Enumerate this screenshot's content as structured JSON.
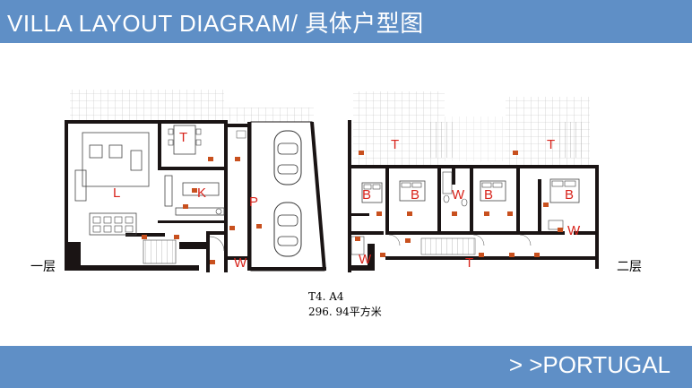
{
  "header": {
    "title": "VILLA LAYOUT DIAGRAM/ 具体户型图"
  },
  "footer": {
    "nav_label": "> >PORTUGAL"
  },
  "plan": {
    "ground_floor_label": "一层",
    "upper_floor_label": "二层",
    "model": "T4. A4",
    "area": "296. 94平方米"
  },
  "rooms": {
    "gf_terrace": "T",
    "gf_living": "L",
    "gf_kitchen": "K",
    "gf_parking": "P",
    "gf_wc": "W",
    "uf_terrace_left": "T",
    "uf_terrace_right": "T",
    "uf_bed_1": "B",
    "uf_bed_2": "B",
    "uf_wc_center": "W",
    "uf_bed_3": "B",
    "uf_bed_4": "B",
    "uf_wc_right": "W",
    "uf_wc_left": "W",
    "uf_terrace_bottom": "T"
  },
  "colors": {
    "banner": "#5f8fc6",
    "room_letters": "#d8241c",
    "walls": "#1a1414",
    "room_tags": "#c8501e"
  }
}
